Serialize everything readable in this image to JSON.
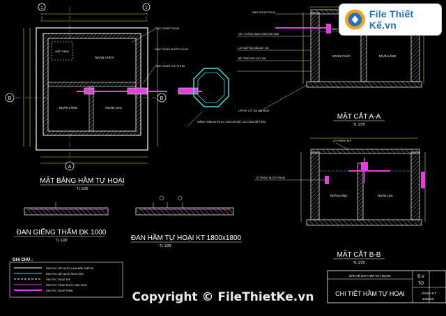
{
  "colors": {
    "background": "#000000",
    "line": "#ffffff",
    "magenta": "#e040e0",
    "cyan": "#40e0e0",
    "yellow": "#e8e040",
    "red": "#ff3030",
    "green": "#40ff40",
    "dim": "#8f8f8f"
  },
  "plan": {
    "title": "MẶT BẰNG HẦM TỰ HOẠI",
    "scale": "TL 1/25",
    "room_top": "NGĂN CHỨA",
    "room_left": "NGĂN LẮNG",
    "room_right": "NGĂN LỌC",
    "room_small": "NẮP THĂM",
    "note_pipe_in": "ỐNG THOÁT PHI 90",
    "note_pipe_vent": "ỐNG THOÁT HƠI PHI 60",
    "note_pipe_out": "ỐNG THOÁT NƯỚC PHI 90",
    "note_well": "GIẾNG THẤM NƯỚC Đ.K 1000 LẮP ĐẶT CÁC CỐNG BÊ TÔNG",
    "axis_1": "1",
    "axis_2": "2",
    "axis_a": "A",
    "axis_b_left": "B",
    "axis_b_right": "B"
  },
  "section_aa": {
    "title": "MẶT CẮT A-A",
    "scale": "TL 1/25",
    "room_left": "NGĂN CHỨA",
    "room_right": "NGĂN LẮNG",
    "notes": [
      "ỐNG THOÁT PHI 90",
      "MỨC NƯỚC CAO NHẤT",
      "XÂY TƯỜNG GẠCH ỐNG 200 VXM",
      "LÁT ĐÁY ĐÁ 4X6 DÀY 100",
      "BÊ TÔNG ĐÁY DÀY 200",
      "LỚP BT LÓT ĐÁ 4X6 M100"
    ]
  },
  "section_bb": {
    "title": "MẶT CẮT B-B",
    "scale": "TL 1/25",
    "room_left": "NGĂN LẮNG",
    "room_right": "NGĂN LỌC",
    "notes": [
      "LỖ THÔNG KHÍ",
      "LỖ THOÁT NƯỚC PHI 60"
    ]
  },
  "slab_well": {
    "title": "ĐAN GIẾNG THẤM ĐK 1000",
    "scale": "TL 1/20"
  },
  "slab_tank": {
    "title": "ĐAN HẦM TỰ HOẠI KT 1800x1800",
    "scale": "TL 1/20"
  },
  "legend": {
    "heading": "GHI CHÚ :",
    "items": [
      "ỐNG PVC CẤP NƯỚC LẠNH ĐẾN THIẾT BỊ",
      "ỐNG PVC CẤP NƯỚC SINH HOẠT",
      "ỐNG PVC THOÁT KHÍ",
      "ỐNG PVC THOÁT NƯỚC SINH HOẠT",
      "ỐNG PVC THOÁT PHÂN"
    ]
  },
  "title_block": {
    "permit": "BẢN VẼ XIN PHÉP XÂY DỰNG",
    "sheet_label": "B.V",
    "sheet_sub": "TỜ",
    "drawing_title": "CHI TIẾT HẦM TỰ HOẠI",
    "date_label": "NGÀY HT",
    "date_value": "3/3/2016"
  },
  "watermark": {
    "logo_text": "File Thiết Kế.vn",
    "copyright": "Copyright © FileThietKe.vn"
  }
}
